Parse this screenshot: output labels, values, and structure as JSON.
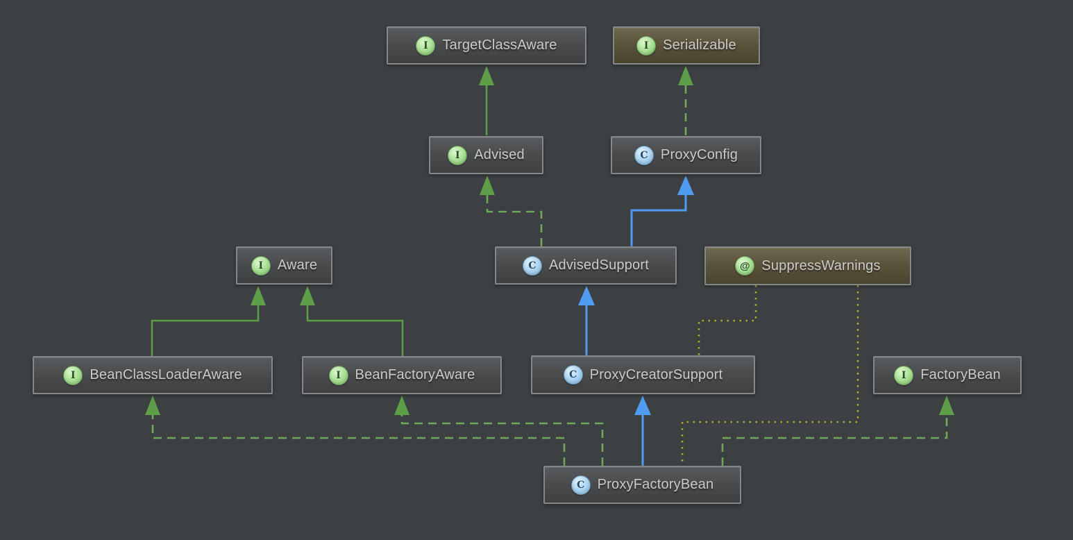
{
  "diagram": {
    "kind": "uml-class-diagram",
    "background_color": "#3c4042",
    "colors": {
      "interface_extends_line": "#5f9e48",
      "implements_line": "#6fa85a",
      "class_extends_line": "#4f9cf2",
      "annotation_line": "#b5ab2a",
      "node_border": "#85878a",
      "node_text": "#cbcbcb",
      "highlight_fill": "#5a533c"
    },
    "nodes": [
      {
        "id": "TargetClassAware",
        "label": "TargetClassAware",
        "kind": "interface",
        "icon": "interface-icon",
        "icon_glyph": "I",
        "highlighted": false
      },
      {
        "id": "Serializable",
        "label": "Serializable",
        "kind": "interface",
        "icon": "interface-icon",
        "icon_glyph": "I",
        "highlighted": true
      },
      {
        "id": "Advised",
        "label": "Advised",
        "kind": "interface",
        "icon": "interface-icon",
        "icon_glyph": "I",
        "highlighted": false
      },
      {
        "id": "ProxyConfig",
        "label": "ProxyConfig",
        "kind": "class",
        "icon": "class-icon",
        "icon_glyph": "C",
        "highlighted": false
      },
      {
        "id": "Aware",
        "label": "Aware",
        "kind": "interface",
        "icon": "interface-icon",
        "icon_glyph": "I",
        "highlighted": false
      },
      {
        "id": "AdvisedSupport",
        "label": "AdvisedSupport",
        "kind": "class",
        "icon": "class-icon",
        "icon_glyph": "C",
        "highlighted": false
      },
      {
        "id": "SuppressWarnings",
        "label": "SuppressWarnings",
        "kind": "annotation",
        "icon": "annotation-icon",
        "icon_glyph": "@",
        "highlighted": true
      },
      {
        "id": "BeanClassLoaderAware",
        "label": "BeanClassLoaderAware",
        "kind": "interface",
        "icon": "interface-icon",
        "icon_glyph": "I",
        "highlighted": false
      },
      {
        "id": "BeanFactoryAware",
        "label": "BeanFactoryAware",
        "kind": "interface",
        "icon": "interface-icon",
        "icon_glyph": "I",
        "highlighted": false
      },
      {
        "id": "ProxyCreatorSupport",
        "label": "ProxyCreatorSupport",
        "kind": "class",
        "icon": "class-icon",
        "icon_glyph": "C",
        "highlighted": false
      },
      {
        "id": "FactoryBean",
        "label": "FactoryBean",
        "kind": "interface",
        "icon": "interface-icon",
        "icon_glyph": "I",
        "highlighted": false
      },
      {
        "id": "ProxyFactoryBean",
        "label": "ProxyFactoryBean",
        "kind": "class",
        "icon": "class-icon",
        "icon_glyph": "C",
        "highlighted": false
      }
    ],
    "edges": [
      {
        "from": "Advised",
        "to": "TargetClassAware",
        "relation": "extends",
        "line": "solid-green"
      },
      {
        "from": "ProxyConfig",
        "to": "Serializable",
        "relation": "implements",
        "line": "dashed-green"
      },
      {
        "from": "AdvisedSupport",
        "to": "Advised",
        "relation": "implements",
        "line": "dashed-green"
      },
      {
        "from": "AdvisedSupport",
        "to": "ProxyConfig",
        "relation": "extends",
        "line": "solid-blue"
      },
      {
        "from": "BeanClassLoaderAware",
        "to": "Aware",
        "relation": "extends",
        "line": "solid-green"
      },
      {
        "from": "BeanFactoryAware",
        "to": "Aware",
        "relation": "extends",
        "line": "solid-green"
      },
      {
        "from": "ProxyCreatorSupport",
        "to": "AdvisedSupport",
        "relation": "extends",
        "line": "solid-blue"
      },
      {
        "from": "SuppressWarnings",
        "to": "ProxyCreatorSupport",
        "relation": "annotation",
        "line": "dotted-yellow"
      },
      {
        "from": "SuppressWarnings",
        "to": "ProxyFactoryBean",
        "relation": "annotation",
        "line": "dotted-yellow"
      },
      {
        "from": "ProxyFactoryBean",
        "to": "BeanClassLoaderAware",
        "relation": "implements",
        "line": "dashed-green"
      },
      {
        "from": "ProxyFactoryBean",
        "to": "BeanFactoryAware",
        "relation": "implements",
        "line": "dashed-green"
      },
      {
        "from": "ProxyFactoryBean",
        "to": "ProxyCreatorSupport",
        "relation": "extends",
        "line": "solid-blue"
      },
      {
        "from": "ProxyFactoryBean",
        "to": "FactoryBean",
        "relation": "implements",
        "line": "dashed-green"
      }
    ]
  }
}
